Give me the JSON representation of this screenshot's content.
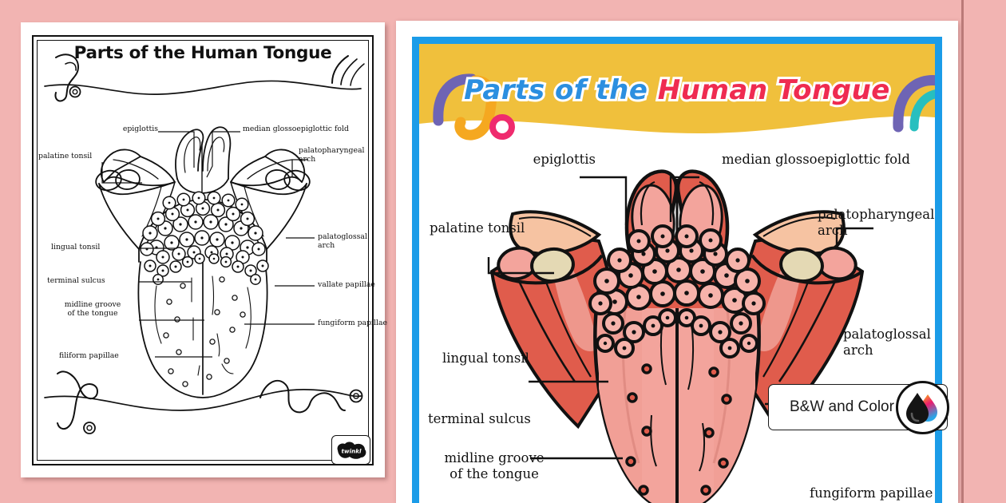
{
  "page": {
    "background_color": "#f2b4b2"
  },
  "bw_sheet": {
    "name": "black-and-white-worksheet",
    "title": "Parts of the Human Tongue",
    "brand_logo": "twinkl",
    "labels": [
      {
        "id": "epiglottis",
        "text": "epiglottis"
      },
      {
        "id": "median-glossoepiglottic-fold",
        "text": "median glossoepiglottic fold"
      },
      {
        "id": "palatine-tonsil",
        "text": "palatine tonsil"
      },
      {
        "id": "palatopharyngeal-arch-1",
        "text": "palatopharyngeal"
      },
      {
        "id": "palatopharyngeal-arch-2",
        "text": "arch"
      },
      {
        "id": "lingual-tonsil",
        "text": "lingual tonsil"
      },
      {
        "id": "palatoglossal-arch-1",
        "text": "palatoglossal"
      },
      {
        "id": "palatoglossal-arch-2",
        "text": "arch"
      },
      {
        "id": "terminal-sulcus",
        "text": "terminal sulcus"
      },
      {
        "id": "vallate-papillae",
        "text": "vallate papillae"
      },
      {
        "id": "midline-groove-1",
        "text": "midline groove"
      },
      {
        "id": "midline-groove-2",
        "text": "of the tongue"
      },
      {
        "id": "fungiform-papillae",
        "text": "fungiform papillae"
      },
      {
        "id": "filiform-papillae",
        "text": "filiform papillae"
      }
    ]
  },
  "color_sheet": {
    "name": "color-poster",
    "border_color": "#1b9ce8",
    "banner_color": "#f0c03c",
    "title_part_1": "Parts of the ",
    "title_part_2": "Human Tongue",
    "title_color_1": "#2b8fe0",
    "title_color_2": "#ef2b50",
    "decor": {
      "purple": "#6e64b4",
      "orange": "#f5a820",
      "pink_ring": "#ef2b6e",
      "teal": "#27bfbf"
    },
    "illustration_colors": {
      "tongue_red": "#e05c4c",
      "tongue_deep_red": "#d6493c",
      "tongue_pink": "#f3a49c",
      "papilla_pink": "#f6b3ab",
      "tonsil_peach": "#f6c3a2",
      "tonsil_cream": "#e4d9b4",
      "outline": "#111111"
    },
    "labels": [
      {
        "id": "epiglottis",
        "text": "epiglottis"
      },
      {
        "id": "median-glossoepiglottic-fold",
        "text": "median glossoepiglottic fold"
      },
      {
        "id": "palatine-tonsil",
        "text": "palatine tonsil"
      },
      {
        "id": "palatopharyngeal-arch-1",
        "text": "palatopharyngeal"
      },
      {
        "id": "palatopharyngeal-arch-2",
        "text": "arch"
      },
      {
        "id": "lingual-tonsil",
        "text": "lingual tonsil"
      },
      {
        "id": "palatoglossal-arch-1",
        "text": "palatoglossal"
      },
      {
        "id": "palatoglossal-arch-2",
        "text": "arch"
      },
      {
        "id": "terminal-sulcus",
        "text": "terminal sulcus"
      },
      {
        "id": "midline-groove-1",
        "text": "midline groove"
      },
      {
        "id": "midline-groove-2",
        "text": "of the tongue"
      },
      {
        "id": "fungiform-papillae",
        "text": "fungiform papillae"
      }
    ]
  },
  "badge": {
    "label": "B&W and Color",
    "icon": "ink-drop-icon",
    "drop_black": "#141414",
    "drop_yellow": "#ffd400",
    "drop_magenta": "#ec1c6e",
    "drop_cyan": "#29a7e8"
  }
}
